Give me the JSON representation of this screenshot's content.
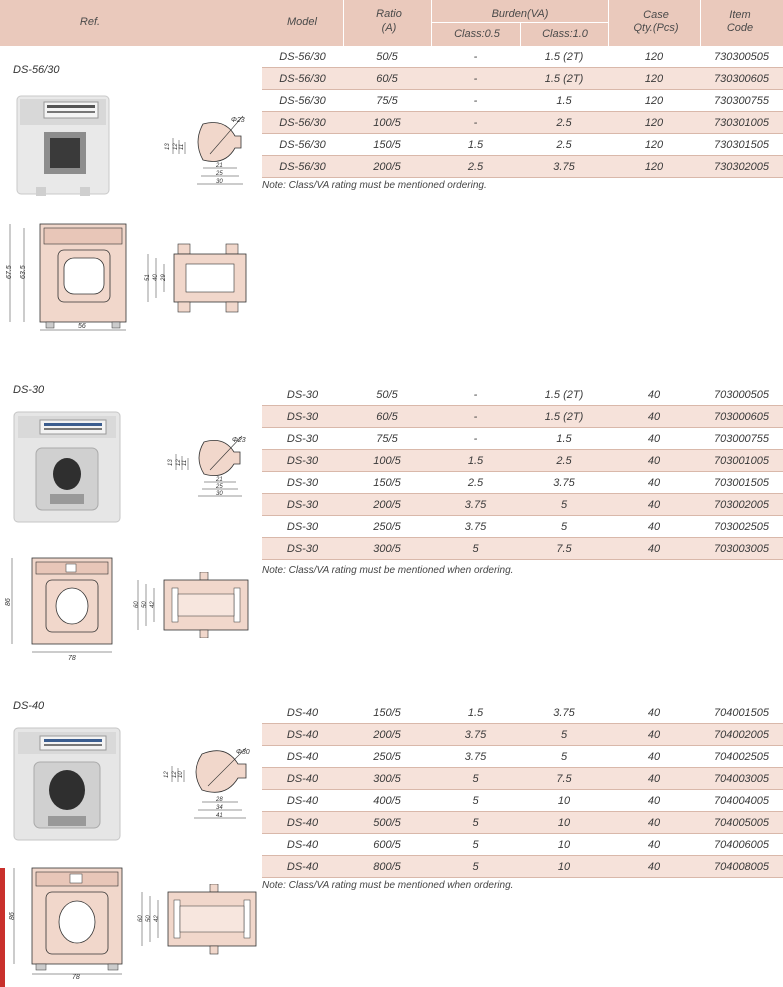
{
  "header": {
    "ref": "Ref.",
    "model": "Model",
    "ratio": "Ratio",
    "ratio_unit": "(A)",
    "burden": "Burden(VA)",
    "class05": "Class:0.5",
    "class10": "Class:1.0",
    "case": "Case",
    "qty": "Qty.(Pcs)",
    "item": "Item",
    "code": "Code"
  },
  "sections": [
    {
      "ref": "DS-56/30",
      "note": "Note: Class/VA rating must be mentioned ordering.",
      "rows": [
        {
          "model": "DS-56/30",
          "ratio": "50/5",
          "c05": "-",
          "c10": "1.5 (2T)",
          "qty": "120",
          "code": "730300505"
        },
        {
          "model": "DS-56/30",
          "ratio": "60/5",
          "c05": "-",
          "c10": "1.5 (2T)",
          "qty": "120",
          "code": "730300605"
        },
        {
          "model": "DS-56/30",
          "ratio": "75/5",
          "c05": "-",
          "c10": "1.5",
          "qty": "120",
          "code": "730300755"
        },
        {
          "model": "DS-56/30",
          "ratio": "100/5",
          "c05": "-",
          "c10": "2.5",
          "qty": "120",
          "code": "730301005"
        },
        {
          "model": "DS-56/30",
          "ratio": "150/5",
          "c05": "1.5",
          "c10": "2.5",
          "qty": "120",
          "code": "730301505"
        },
        {
          "model": "DS-56/30",
          "ratio": "200/5",
          "c05": "2.5",
          "c10": "3.75",
          "qty": "120",
          "code": "730302005"
        }
      ]
    },
    {
      "ref": "DS-30",
      "note": "Note: Class/VA rating must be mentioned when ordering.",
      "rows": [
        {
          "model": "DS-30",
          "ratio": "50/5",
          "c05": "-",
          "c10": "1.5 (2T)",
          "qty": "40",
          "code": "703000505"
        },
        {
          "model": "DS-30",
          "ratio": "60/5",
          "c05": "-",
          "c10": "1.5 (2T)",
          "qty": "40",
          "code": "703000605"
        },
        {
          "model": "DS-30",
          "ratio": "75/5",
          "c05": "-",
          "c10": "1.5",
          "qty": "40",
          "code": "703000755"
        },
        {
          "model": "DS-30",
          "ratio": "100/5",
          "c05": "1.5",
          "c10": "2.5",
          "qty": "40",
          "code": "703001005"
        },
        {
          "model": "DS-30",
          "ratio": "150/5",
          "c05": "2.5",
          "c10": "3.75",
          "qty": "40",
          "code": "703001505"
        },
        {
          "model": "DS-30",
          "ratio": "200/5",
          "c05": "3.75",
          "c10": "5",
          "qty": "40",
          "code": "703002005"
        },
        {
          "model": "DS-30",
          "ratio": "250/5",
          "c05": "3.75",
          "c10": "5",
          "qty": "40",
          "code": "703002505"
        },
        {
          "model": "DS-30",
          "ratio": "300/5",
          "c05": "5",
          "c10": "7.5",
          "qty": "40",
          "code": "703003005"
        }
      ]
    },
    {
      "ref": "DS-40",
      "note": "Note: Class/VA rating must be mentioned when ordering.",
      "rows": [
        {
          "model": "DS-40",
          "ratio": "150/5",
          "c05": "1.5",
          "c10": "3.75",
          "qty": "40",
          "code": "704001505"
        },
        {
          "model": "DS-40",
          "ratio": "200/5",
          "c05": "3.75",
          "c10": "5",
          "qty": "40",
          "code": "704002005"
        },
        {
          "model": "DS-40",
          "ratio": "250/5",
          "c05": "3.75",
          "c10": "5",
          "qty": "40",
          "code": "704002505"
        },
        {
          "model": "DS-40",
          "ratio": "300/5",
          "c05": "5",
          "c10": "7.5",
          "qty": "40",
          "code": "704003005"
        },
        {
          "model": "DS-40",
          "ratio": "400/5",
          "c05": "5",
          "c10": "10",
          "qty": "40",
          "code": "704004005"
        },
        {
          "model": "DS-40",
          "ratio": "500/5",
          "c05": "5",
          "c10": "10",
          "qty": "40",
          "code": "704005005"
        },
        {
          "model": "DS-40",
          "ratio": "600/5",
          "c05": "5",
          "c10": "10",
          "qty": "40",
          "code": "704006005"
        },
        {
          "model": "DS-40",
          "ratio": "800/5",
          "c05": "5",
          "c10": "10",
          "qty": "40",
          "code": "704008005"
        }
      ]
    }
  ],
  "dims": {
    "s1_bus": [
      "Φ23",
      "13",
      "12",
      "11",
      "21",
      "25",
      "30"
    ],
    "s1_front": [
      "67.5",
      "63.5",
      "56"
    ],
    "s1_side": [
      "51",
      "40",
      "29"
    ],
    "s2_bus": [
      "Φ23",
      "13",
      "12",
      "11",
      "21",
      "25",
      "30"
    ],
    "s2_front": [
      "86",
      "78"
    ],
    "s2_side": [
      "60",
      "50",
      "42"
    ],
    "s3_bus": [
      "Φ30",
      "12",
      "12",
      "10",
      "28",
      "34",
      "41"
    ],
    "s3_front": [
      "86",
      "78"
    ],
    "s3_side": [
      "60",
      "50",
      "42"
    ]
  },
  "colors": {
    "header_bg": "#eac9bc",
    "row_alt": "#f6e2da",
    "drawing_fill": "#f1d7cb",
    "side_tab": "#c9302c"
  }
}
